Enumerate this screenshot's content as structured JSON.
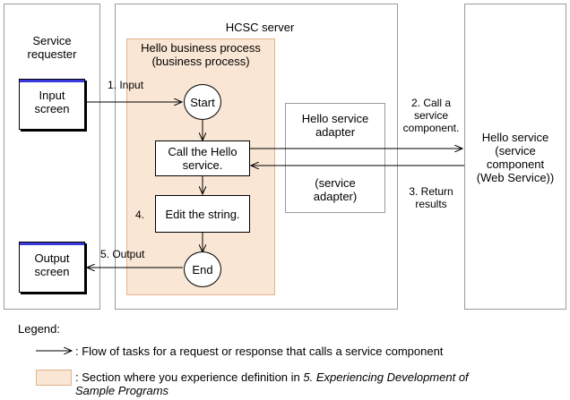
{
  "requester": {
    "title_line1": "Service",
    "title_line2": "requester"
  },
  "input_screen": {
    "line1": "Input",
    "line2": "screen"
  },
  "output_screen": {
    "line1": "Output",
    "line2": "screen"
  },
  "hcsc": {
    "title": "HCSC server"
  },
  "business_process": {
    "title_line1": "Hello business process",
    "title_line2": "(business process)"
  },
  "nodes": {
    "start": "Start",
    "call_line1": "Call the Hello",
    "call_line2": "service.",
    "edit": "Edit the string.",
    "end": "End"
  },
  "adapter": {
    "title_line1": "Hello service",
    "title_line2": "adapter",
    "sub_line1": "(service",
    "sub_line2": "adapter)"
  },
  "service": {
    "line1": "Hello service",
    "line2": "(service",
    "line3": "component",
    "line4": "(Web Service))"
  },
  "steps": {
    "s1": "1. Input",
    "s2_line1": "2. Call a",
    "s2_line2": "service",
    "s2_line3": "component.",
    "s3_line1": "3. Return",
    "s3_line2": "results",
    "s4": "4.",
    "s5": "5. Output"
  },
  "legend": {
    "title": "Legend:",
    "arrow_text": ": Flow of tasks for a request or response that calls a service component",
    "section_prefix": ": Section where you experience definition in ",
    "section_italic_line1": "5. Experiencing Development of",
    "section_italic_line2": "Sample Programs"
  },
  "colors": {
    "section_fill": "#f9e6d4",
    "section_border": "#e2b48c",
    "window_bar": "#3a3adc"
  }
}
